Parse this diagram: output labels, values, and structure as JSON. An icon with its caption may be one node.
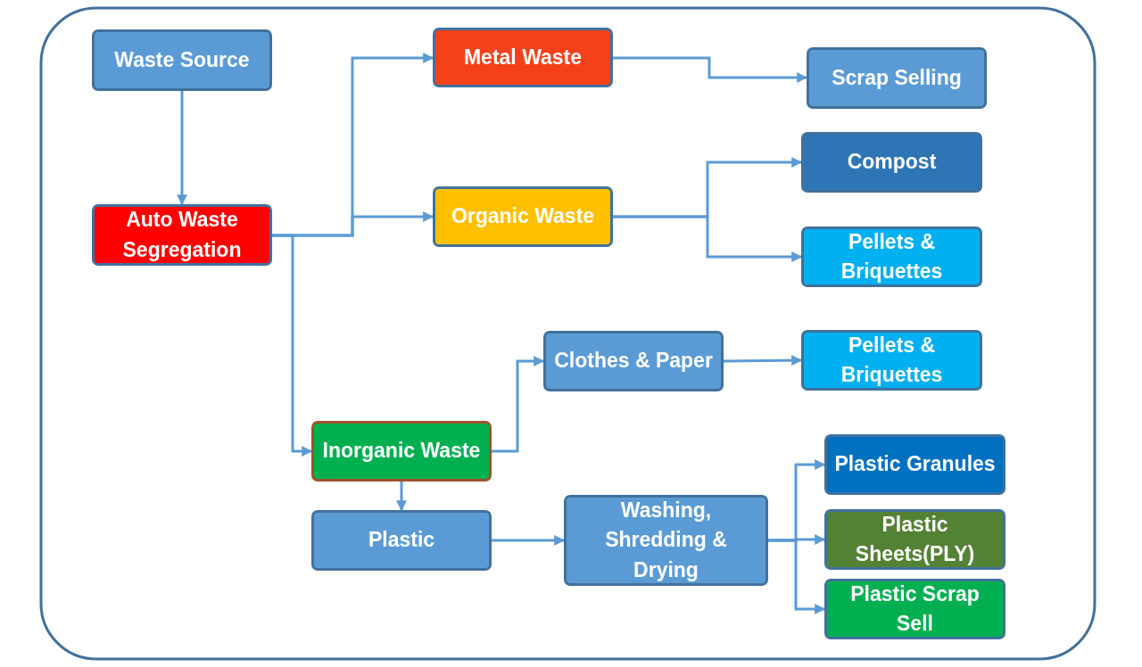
{
  "diagram": {
    "nodes": [
      {
        "text": [
          "Waste Source"
        ]
      },
      {
        "text": [
          "Auto Waste Segregation"
        ]
      },
      {
        "text": [
          "Metal Waste"
        ]
      },
      {
        "text": [
          "Organic Waste"
        ]
      },
      {
        "text": [
          "Scrap Selling"
        ]
      },
      {
        "text": [
          "Compost"
        ]
      },
      {
        "text": [
          "Pellets & Briquettes"
        ]
      },
      {
        "text": [
          "Inorganic Waste"
        ]
      },
      {
        "text": [
          "Clothes & Paper"
        ]
      },
      {
        "text": [
          "Pellets & Briquettes"
        ]
      },
      {
        "text": [
          "Plastic"
        ]
      },
      {
        "text": [
          "Washing, Shredding & Drying"
        ]
      },
      {
        "text": [
          "Plastic Granules"
        ]
      },
      {
        "text": [
          "Plastic Sheets(PLY)"
        ]
      },
      {
        "text": [
          "Plastic Scrap Sell"
        ]
      }
    ],
    "edges": [
      {
        "from": 0,
        "to": 1,
        "arrow": "to"
      },
      {
        "from": 1,
        "to": 2,
        "arrow": "to"
      },
      {
        "from": 1,
        "to": 3,
        "arrow": "to"
      },
      {
        "from": 1,
        "to": 7,
        "arrow": "to"
      },
      {
        "from": 2,
        "to": 4,
        "arrow": "to"
      },
      {
        "from": 3,
        "to": 5,
        "arrow": "to"
      },
      {
        "from": 3,
        "to": 6,
        "arrow": "to"
      },
      {
        "from": 7,
        "to": 8,
        "arrow": "to"
      },
      {
        "from": 7,
        "to": 10,
        "arrow": "to"
      },
      {
        "from": 8,
        "to": 9,
        "arrow": "to"
      },
      {
        "from": 10,
        "to": 11,
        "arrow": "to"
      },
      {
        "from": 11,
        "to": 12,
        "arrow": "to"
      },
      {
        "from": 11,
        "to": 13,
        "arrow": "to"
      },
      {
        "from": 11,
        "to": 14,
        "arrow": "to"
      }
    ]
  }
}
